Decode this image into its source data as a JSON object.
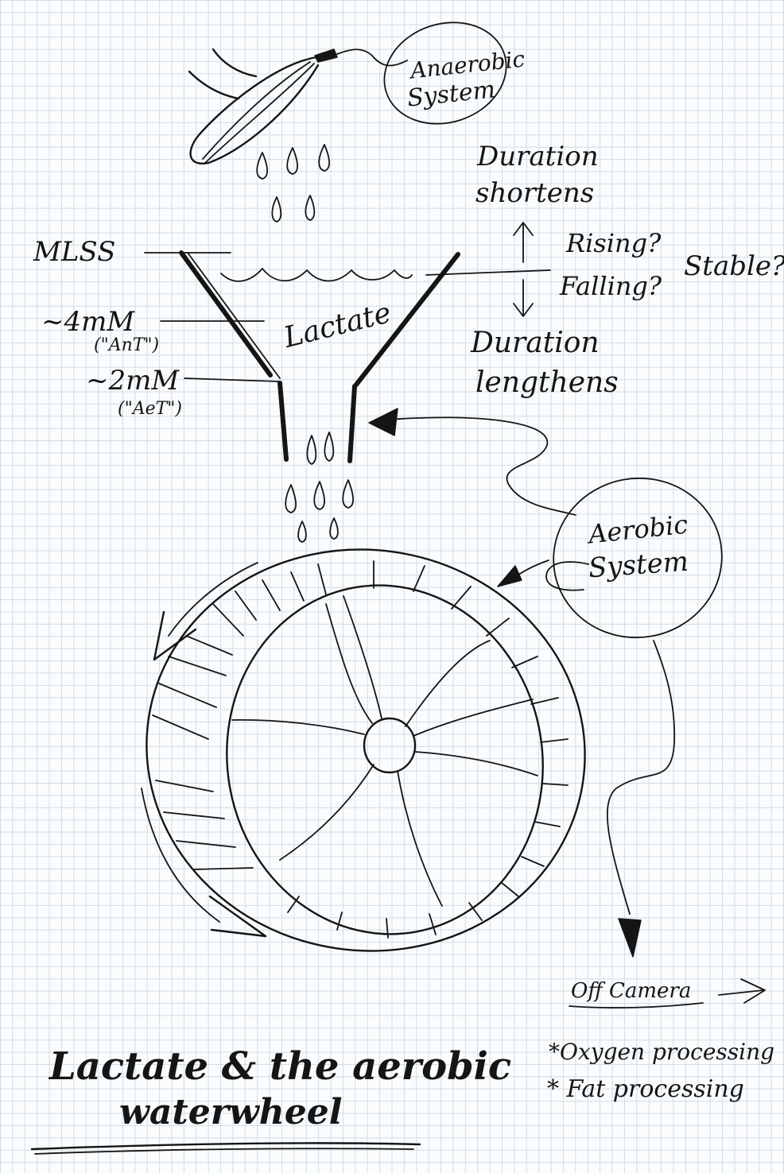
{
  "labels": {
    "anaerobic_line1": "Anaerobic",
    "anaerobic_line2": "System",
    "duration_shortens_line1": "Duration",
    "duration_shortens_line2": "shortens",
    "rising": "Rising?",
    "falling": "Falling?",
    "stable": "Stable?",
    "duration_lengthens_line1": "Duration",
    "duration_lengthens_line2": "lengthens",
    "mlss": "MLSS",
    "four_mm": "~4mM",
    "ant": "(\"AnT\")",
    "two_mm": "~2mM",
    "aet": "(\"AeT\")",
    "lactate": "Lactate",
    "aerobic_line1": "Aerobic",
    "aerobic_line2": "System",
    "off_camera": "Off Camera",
    "bullet_oxygen": "*Oxygen processing",
    "bullet_fat": "* Fat processing",
    "title_line1": "Lactate & the aerobic",
    "title_line2": "waterwheel"
  },
  "colors": {
    "ink": "#151515",
    "paper": "#fbfcfd",
    "grid": "#cfdde6"
  }
}
